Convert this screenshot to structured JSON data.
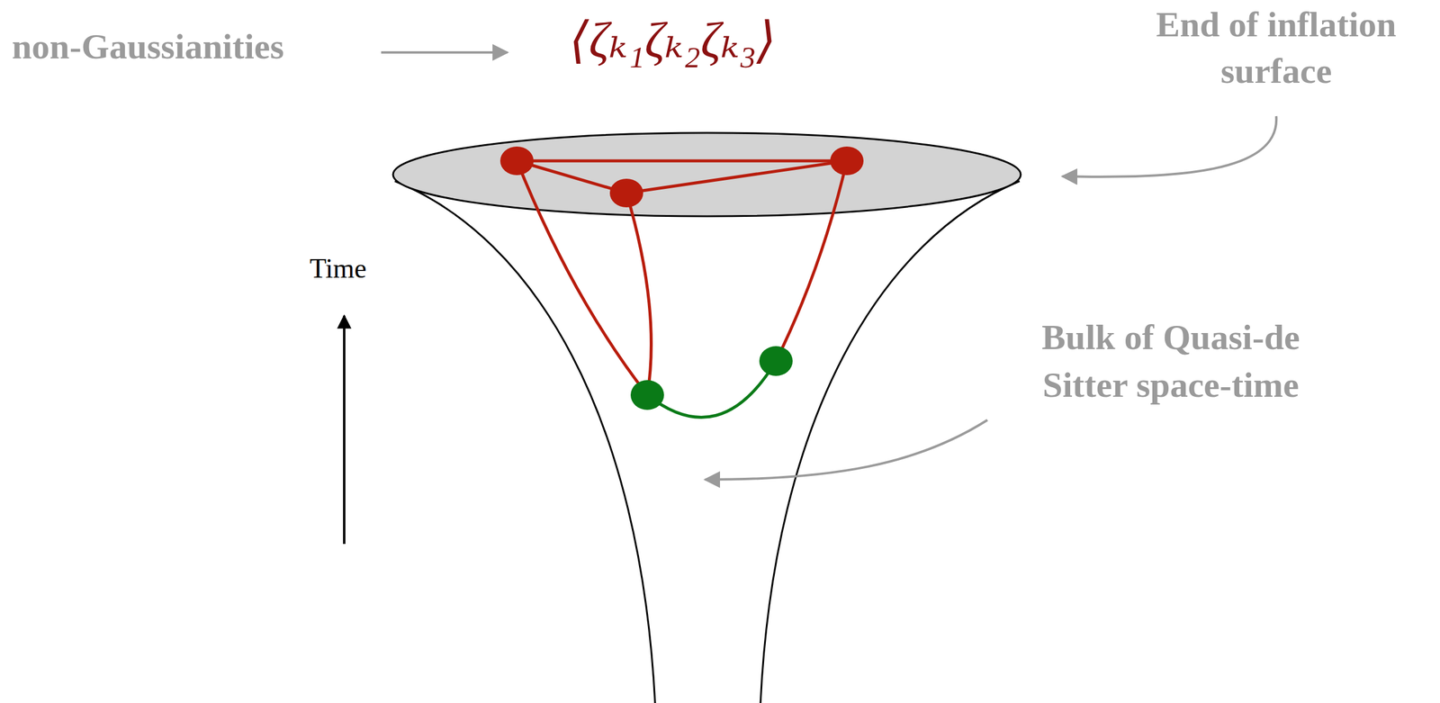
{
  "diagram": {
    "labels": [
      "non-Gaussianities",
      "⟨ζₖ₁ζₖ₂ζₖ₃⟩",
      "End of inflation surface",
      "Bulk of Quasi-de Sitter space-time",
      "Time"
    ]
  }
}
